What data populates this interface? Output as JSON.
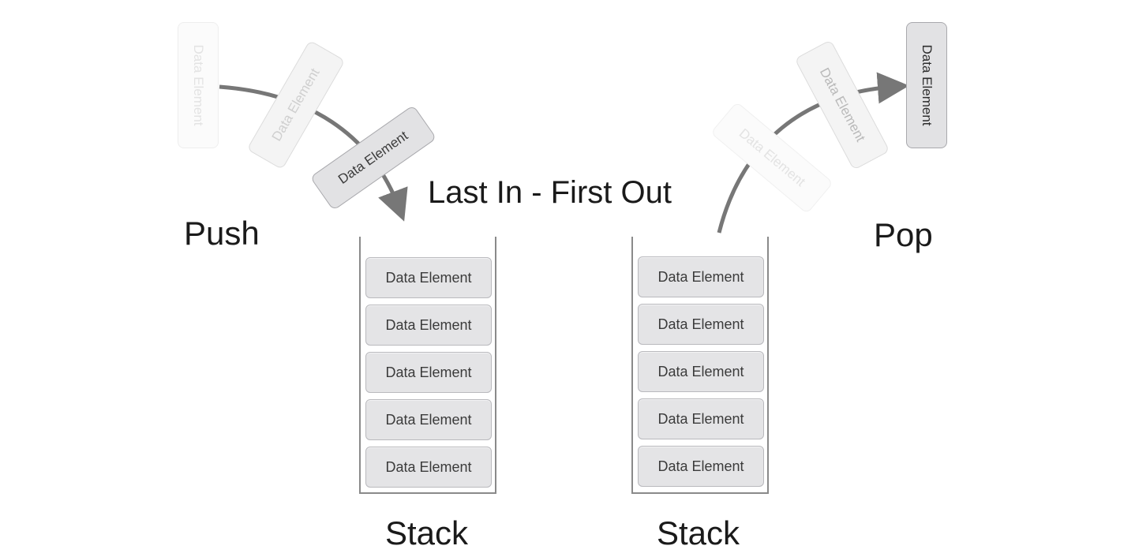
{
  "title": "Last In - First Out",
  "push_label": "Push",
  "pop_label": "Pop",
  "stacks": [
    {
      "label": "Stack",
      "items": [
        "Data Element",
        "Data Element",
        "Data Element",
        "Data Element",
        "Data Element"
      ]
    },
    {
      "label": "Stack",
      "items": [
        "Data Element",
        "Data Element",
        "Data Element",
        "Data Element",
        "Data Element"
      ]
    }
  ],
  "push_elements": [
    "Data Element",
    "Data Element",
    "Data Element"
  ],
  "pop_elements": [
    "Data Element",
    "Data Element",
    "Data Element"
  ],
  "colors": {
    "arrow": "#777777",
    "element_fill": "#e4e4e6",
    "element_border": "#b9b9bd",
    "stack_border": "#8a8a8a"
  }
}
